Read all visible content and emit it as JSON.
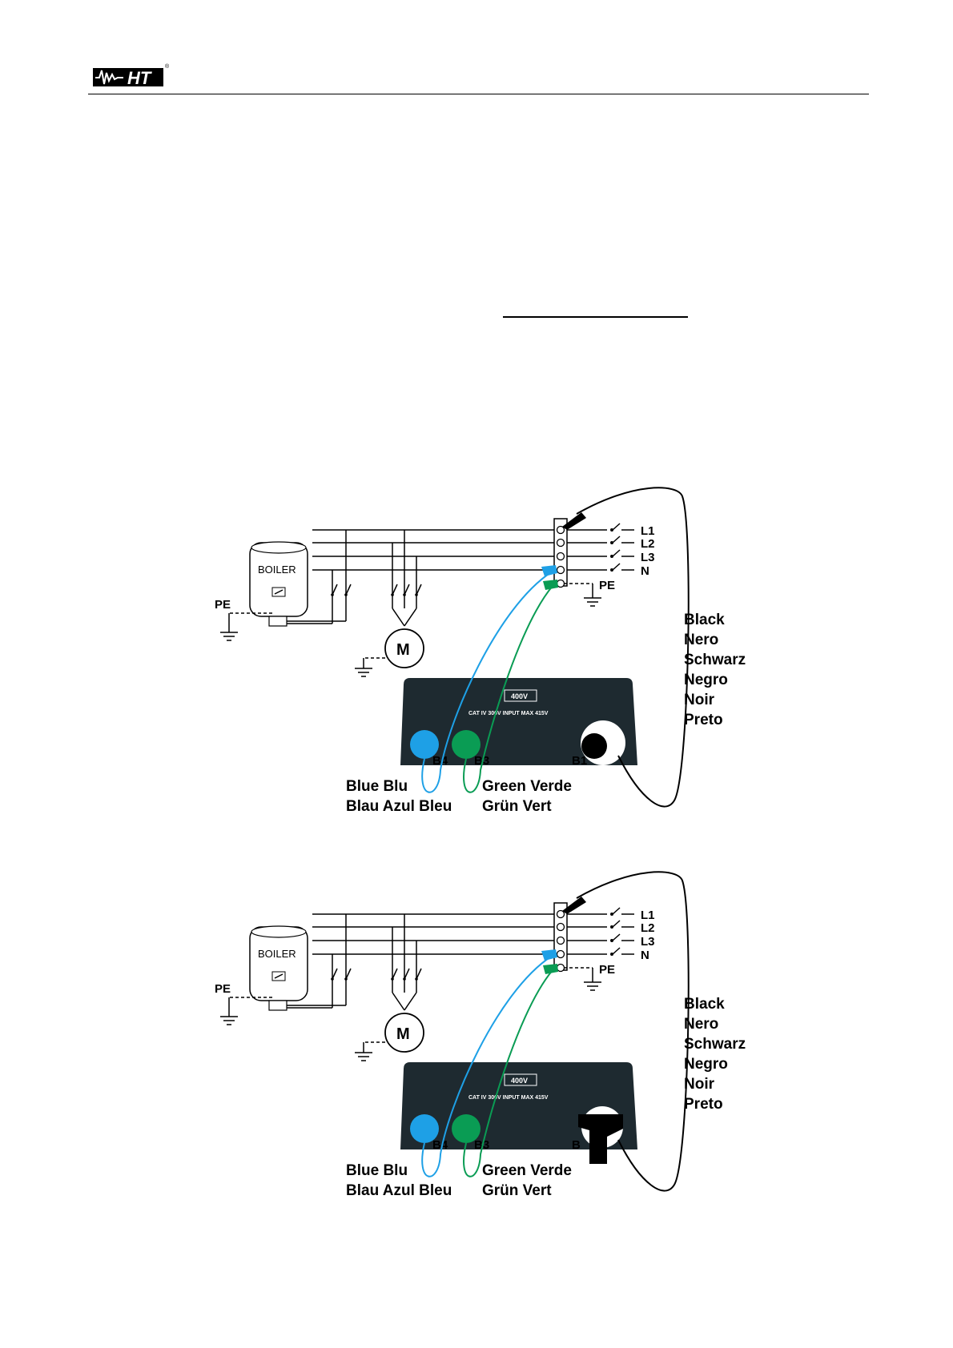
{
  "header": {
    "logo_text": "HT",
    "logo_mark": "®"
  },
  "colors": {
    "blue": "#1ea0e6",
    "green": "#0a9c54",
    "instrument": "#1e2a30"
  },
  "diagrams": [
    {
      "phases": [
        "L1",
        "L2",
        "L3",
        "N"
      ],
      "pe_label": "PE",
      "boiler_label": "BOILER",
      "boiler_pe_label": "PE",
      "motor_label": "M",
      "instrument_rating": "400V",
      "instrument_text": "CAT IV 300V  INPUT MAX 415V",
      "terminals": [
        "B4",
        "B3",
        "B1"
      ],
      "blue_label": [
        "Blue Blu",
        "Blau Azul Bleu"
      ],
      "green_label": [
        "Green Verde",
        "Grün Vert"
      ],
      "black_label": [
        "Black",
        "Nero",
        "Schwarz",
        "Negro",
        "Noir",
        "Preto"
      ]
    },
    {
      "phases": [
        "L1",
        "L2",
        "L3",
        "N"
      ],
      "pe_label": "PE",
      "boiler_label": "BOILER",
      "boiler_pe_label": "PE",
      "motor_label": "M",
      "instrument_rating": "400V",
      "instrument_text": "CAT IV 300V  INPUT MAX 415V",
      "terminals": [
        "B4",
        "B3",
        "B"
      ],
      "blue_label": [
        "Blue Blu",
        "Blau Azul Bleu"
      ],
      "green_label": [
        "Green Verde",
        "Grün Vert"
      ],
      "black_label": [
        "Black",
        "Nero",
        "Schwarz",
        "Negro",
        "Noir",
        "Preto"
      ]
    }
  ]
}
